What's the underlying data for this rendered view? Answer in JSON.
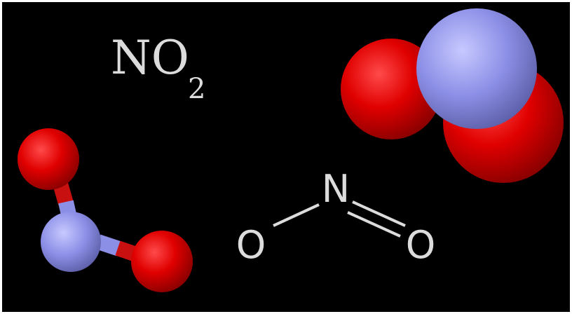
{
  "formula": {
    "element_symbols": "NO",
    "subscript": "2"
  },
  "skeletal_formula": {
    "left_oxygen": "O",
    "center_nitrogen": "N",
    "right_oxygen": "O"
  },
  "colors": {
    "background": "#000000",
    "frame": "#ffffff",
    "oxygen": "#e00000",
    "nitrogen": "#8c8fe6",
    "text": "#dcdcdc"
  }
}
